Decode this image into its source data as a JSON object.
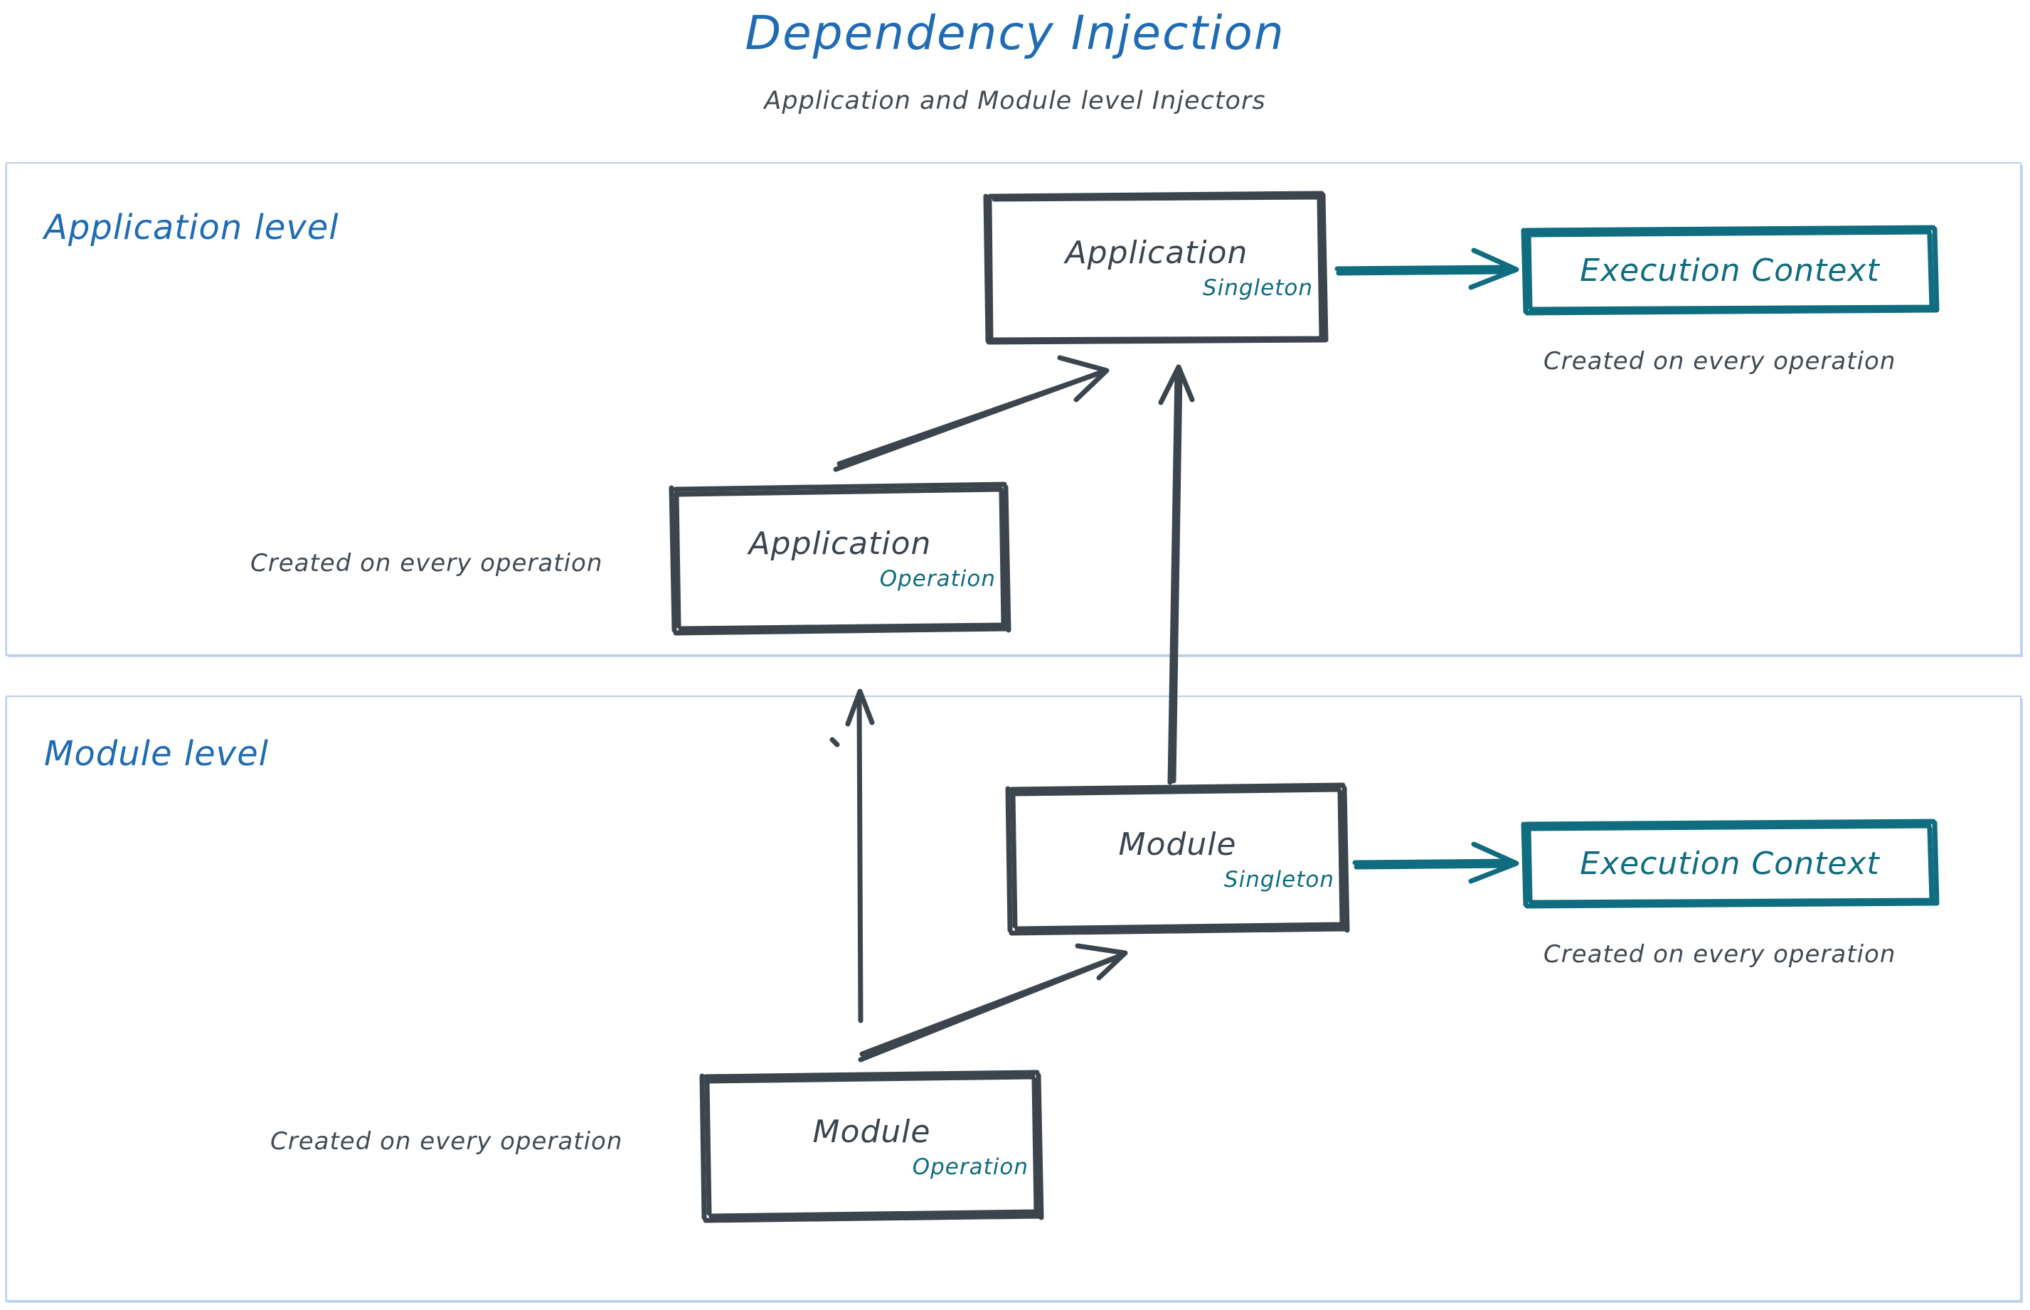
{
  "header": {
    "title": "Dependency Injection",
    "subtitle": "Application and Module level Injectors",
    "title_color": "#1f6cb4",
    "subtitle_color": "#424a52"
  },
  "colors": {
    "panel_border": "#b9d0ea",
    "panel_label": "#1f6cb4",
    "box_stroke": "#3c454e",
    "scope_text": "#0f6d7f",
    "context_stroke": "#0f6d7f",
    "caption_text": "#424a52"
  },
  "panels": [
    {
      "id": "application-level",
      "label": "Application level"
    },
    {
      "id": "module-level",
      "label": "Module level"
    }
  ],
  "nodes": {
    "app_singleton": {
      "label": "Application",
      "scope": "Singleton"
    },
    "app_operation": {
      "label": "Application",
      "scope": "Operation"
    },
    "app_context": {
      "label": "Execution Context",
      "scope": ""
    },
    "mod_singleton": {
      "label": "Module",
      "scope": "Singleton"
    },
    "mod_operation": {
      "label": "Module",
      "scope": "Operation"
    },
    "mod_context": {
      "label": "Execution Context",
      "scope": ""
    }
  },
  "captions": {
    "app_context_note": "Created on every operation",
    "app_operation_note": "Created on every operation",
    "mod_context_note": "Created on every operation",
    "mod_operation_note": "Created on every operation"
  },
  "edges": [
    {
      "id": "app-singleton-to-app-context",
      "from": "app_singleton",
      "to": "app_context",
      "style": "teal-arrow"
    },
    {
      "id": "app-operation-to-app-singleton",
      "from": "app_operation",
      "to": "app_singleton",
      "style": "sketch-arrow"
    },
    {
      "id": "mod-singleton-to-app-singleton",
      "from": "mod_singleton",
      "to": "app_singleton",
      "style": "sketch-arrow"
    },
    {
      "id": "mod-operation-to-app-operation",
      "from": "mod_operation",
      "to": "app_operation",
      "style": "sketch-arrow"
    },
    {
      "id": "mod-operation-to-mod-singleton",
      "from": "mod_operation",
      "to": "mod_singleton",
      "style": "sketch-arrow"
    },
    {
      "id": "mod-singleton-to-mod-context",
      "from": "mod_singleton",
      "to": "mod_context",
      "style": "teal-arrow"
    }
  ],
  "chart_data": {
    "type": "diagram",
    "title": "Dependency Injection",
    "subtitle": "Application and Module level Injectors",
    "groups": [
      {
        "name": "Application level",
        "nodes": [
          "Application (Singleton)",
          "Application (Operation)",
          "Execution Context"
        ]
      },
      {
        "name": "Module level",
        "nodes": [
          "Module (Singleton)",
          "Module (Operation)",
          "Execution Context"
        ]
      }
    ]
  }
}
